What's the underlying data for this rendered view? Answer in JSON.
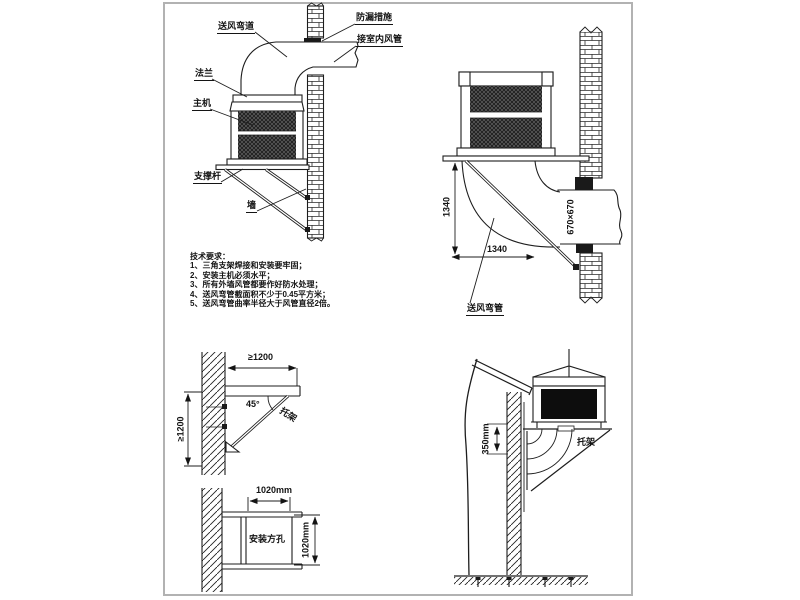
{
  "page": {
    "border_color": "#b2b2b2",
    "line_color": "#141414",
    "background": "#ffffff"
  },
  "view1": {
    "labels": {
      "duct_bend": "送风弯道",
      "leak_proof": "防漏措施",
      "indoor_duct": "接室内风管",
      "flange": "法兰",
      "main_unit": "主机",
      "support_rod": "支撑杆",
      "wall": "墙"
    }
  },
  "tech_requirements": {
    "title": "技术要求：",
    "items": [
      "1、三角支架焊接和安装要牢固；",
      "2、安装主机必须水平；",
      "3、所有外墙风管都要作好防水处理；",
      "4、送风弯管截面积不少于0.45平方米；",
      "5、送风弯管曲率半径大于风管直径2倍。"
    ]
  },
  "view2": {
    "dim_height": "1340",
    "dim_width": "1340",
    "duct_size": "670×670",
    "label_duct_bend": "送风弯管"
  },
  "view3": {
    "dim_horizontal": "≥1200",
    "dim_vertical": "≥1200",
    "angle": "45°",
    "bracket": "托架"
  },
  "view4": {
    "dim_width": "1020mm",
    "dim_height": "1020mm",
    "hole_label": "安装方孔"
  },
  "view5": {
    "dim_offset": "350mm",
    "bracket": "托架"
  }
}
